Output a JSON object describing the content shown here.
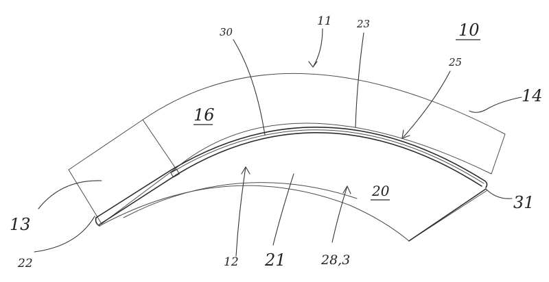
{
  "figure": {
    "refs": {
      "r10": "10",
      "r11": "11",
      "r12": "12",
      "r13": "13",
      "r14": "14",
      "r16": "16",
      "r20": "20",
      "r21": "21",
      "r22": "22",
      "r23": "23",
      "r25": "25",
      "r28": "28,3",
      "r30": "30",
      "r31": "31"
    }
  }
}
